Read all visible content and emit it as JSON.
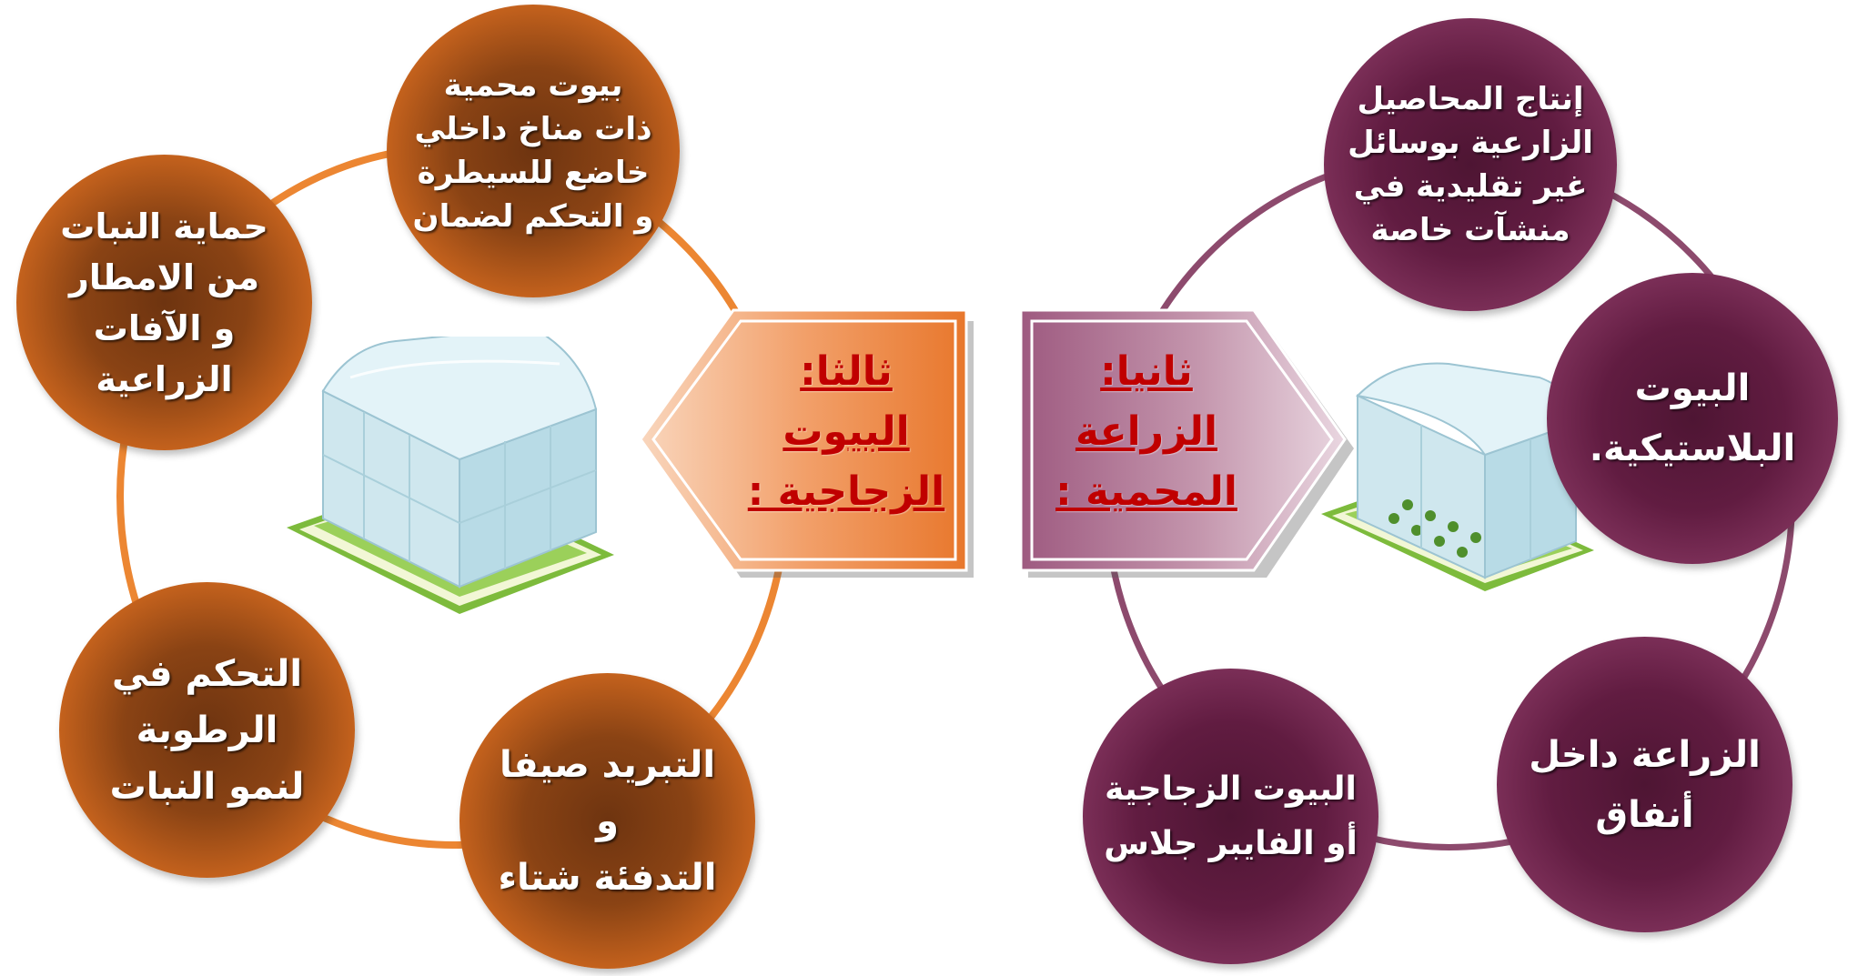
{
  "left_group": {
    "center_label": [
      "ثالثا:",
      "البيوت",
      "الزجاجية :"
    ],
    "items": [
      {
        "lines": [
          "بيوت محمية",
          "ذات مناخ داخلي",
          "خاضع للسيطرة",
          "و التحكم لضمان"
        ]
      },
      {
        "lines": [
          "حماية النبات",
          "من الامطار",
          "و الآفات",
          "الزراعية"
        ]
      },
      {
        "lines": [
          "التحكم في",
          "الرطوبة",
          "لنمو النبات"
        ]
      },
      {
        "lines": [
          "التبريد صيفا",
          "و",
          "التدفئة شتاء"
        ]
      }
    ]
  },
  "right_group": {
    "center_label": [
      "ثانيا:",
      "الزراعة",
      "المحمية :"
    ],
    "items": [
      {
        "lines": [
          "إنتاج المحاصيل",
          "الزارعية بوسائل",
          "غير تقليدية  في",
          "منشآت خاصة"
        ]
      },
      {
        "lines": [
          "البيوت",
          "البلاستيكية."
        ]
      },
      {
        "lines": [
          "الزراعة داخل",
          "أنفاق"
        ]
      },
      {
        "lines": [
          "البيوت الزجاجية",
          "أو الفايبر جلاس"
        ]
      }
    ]
  },
  "colors": {
    "orange_ring": "#ec8632",
    "purple_ring": "#8d4a6d",
    "label_text": "#c00000"
  }
}
